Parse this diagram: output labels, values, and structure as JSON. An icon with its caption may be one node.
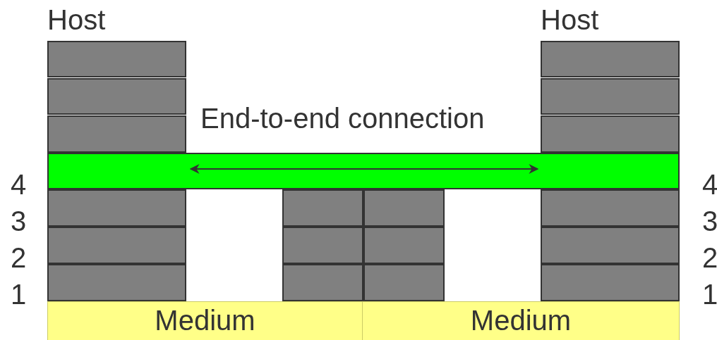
{
  "diagram": {
    "nodes": [
      {
        "text": [],
        "shape": "box"
      },
      {
        "text": [],
        "shape": "box"
      },
      {
        "text": [],
        "shape": "box"
      },
      {
        "text": [],
        "shape": "box"
      },
      {
        "text": [],
        "shape": "box"
      },
      {
        "text": [],
        "shape": "box"
      },
      {
        "text": [],
        "shape": "bar"
      },
      {
        "text": [],
        "shape": "box"
      },
      {
        "text": [],
        "shape": "box"
      },
      {
        "text": [],
        "shape": "box"
      },
      {
        "text": [],
        "shape": "box"
      },
      {
        "text": [],
        "shape": "box"
      },
      {
        "text": [],
        "shape": "box"
      },
      {
        "text": [],
        "shape": "box"
      },
      {
        "text": [],
        "shape": "box"
      },
      {
        "text": [],
        "shape": "box"
      },
      {
        "text": [],
        "shape": "box"
      },
      {
        "text": [],
        "shape": "box"
      },
      {
        "text": [],
        "shape": "box"
      },
      {
        "text": [
          "Medium"
        ]
      },
      {
        "text": [
          "Medium"
        ]
      }
    ],
    "edges": [],
    "labels": [
      "Host",
      "Host",
      "End-to-end connection",
      "4",
      "4",
      "3",
      "3",
      "2",
      "2",
      "1",
      "1"
    ]
  }
}
